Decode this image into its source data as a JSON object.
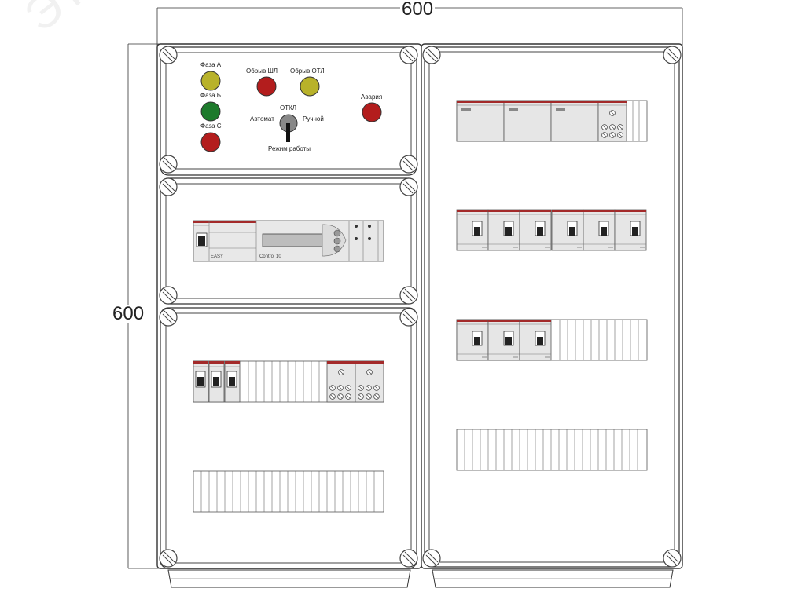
{
  "dimensions": {
    "width_label": "600",
    "height_label": "600"
  },
  "watermark": "ЭТК",
  "control_panel": {
    "phase_a": "Фаза А",
    "phase_b": "Фаза Б",
    "phase_c": "Фаза С",
    "obryv_shl": "Обрыв ШЛ",
    "obryv_otl": "Обрыв ОТЛ",
    "alarm": "Авария",
    "selector_top": "ОТКЛ",
    "selector_left": "Автомат",
    "selector_right": "Ручной",
    "selector_bottom": "Режим работы"
  },
  "device_labels": {
    "model": "EASY",
    "controller": "Control 10"
  },
  "colors": {
    "lamp_yellow": "#b8b22a",
    "lamp_green": "#1d7a2c",
    "lamp_red": "#b31d1d",
    "accent_red": "#a32a2a"
  }
}
